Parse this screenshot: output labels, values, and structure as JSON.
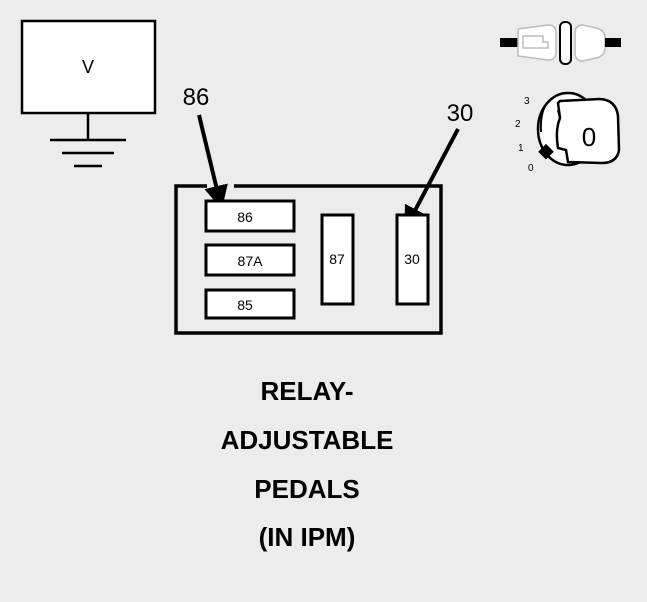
{
  "meter": {
    "label": "V"
  },
  "callouts": {
    "left": "86",
    "right": "30"
  },
  "relay": {
    "terminals": [
      {
        "id": "t86",
        "label": "86"
      },
      {
        "id": "t87a",
        "label": "87A"
      },
      {
        "id": "t85",
        "label": "85"
      },
      {
        "id": "t87",
        "label": "87"
      },
      {
        "id": "t30",
        "label": "30"
      }
    ]
  },
  "ignition": {
    "positions": [
      "3",
      "2",
      "1",
      "0"
    ],
    "key_label": "0"
  },
  "title_lines": [
    "RELAY-",
    "ADJUSTABLE",
    "PEDALS",
    "(IN IPM)"
  ],
  "colors": {
    "background": "#ececec",
    "ink": "#000000",
    "connector_gray": "#bbbbbb"
  }
}
